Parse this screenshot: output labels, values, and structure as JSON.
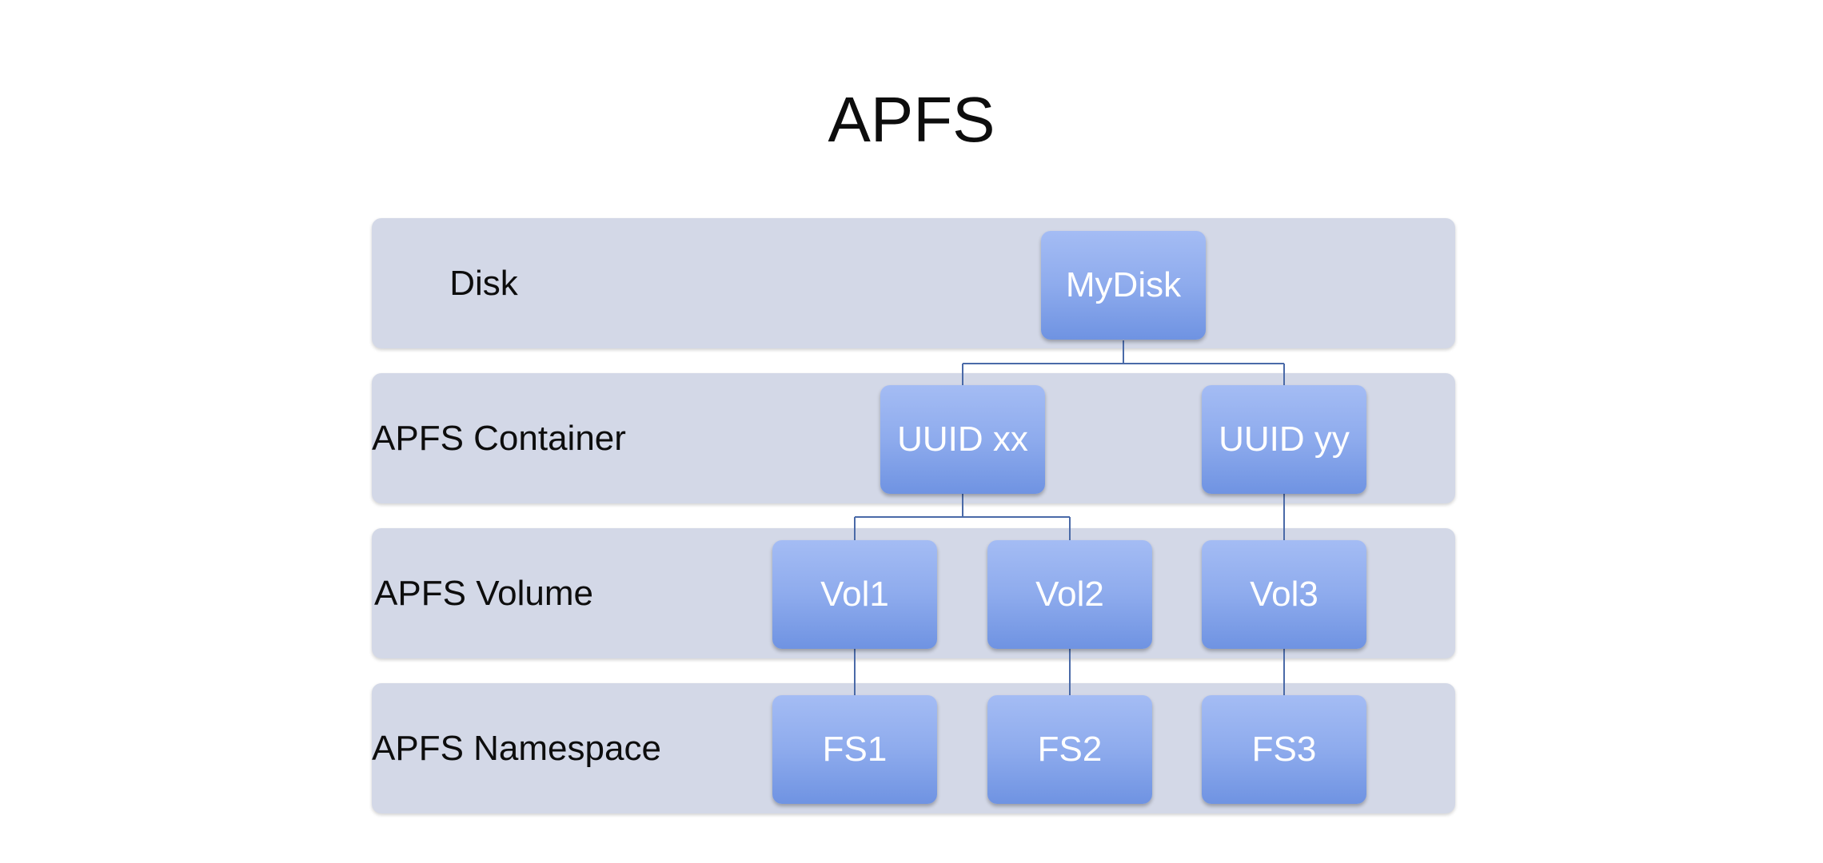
{
  "title": "APFS",
  "layers": [
    {
      "label": "Disk"
    },
    {
      "label": "APFS Container"
    },
    {
      "label": "APFS Volume"
    },
    {
      "label": "APFS Namespace"
    }
  ],
  "nodes": {
    "disk": "MyDisk",
    "container_xx": "UUID xx",
    "container_yy": "UUID yy",
    "vol1": "Vol1",
    "vol2": "Vol2",
    "vol3": "Vol3",
    "fs1": "FS1",
    "fs2": "FS2",
    "fs3": "FS3"
  },
  "edges": [
    [
      "MyDisk",
      "UUID xx"
    ],
    [
      "MyDisk",
      "UUID yy"
    ],
    [
      "UUID xx",
      "Vol1"
    ],
    [
      "UUID xx",
      "Vol2"
    ],
    [
      "UUID yy",
      "Vol3"
    ],
    [
      "Vol1",
      "FS1"
    ],
    [
      "Vol2",
      "FS2"
    ],
    [
      "Vol3",
      "FS3"
    ]
  ],
  "colors": {
    "band": "#d3d8e7",
    "node_top": "#a4bcf4",
    "node_bottom": "#6f93e2",
    "connector": "#4a6aa8"
  }
}
